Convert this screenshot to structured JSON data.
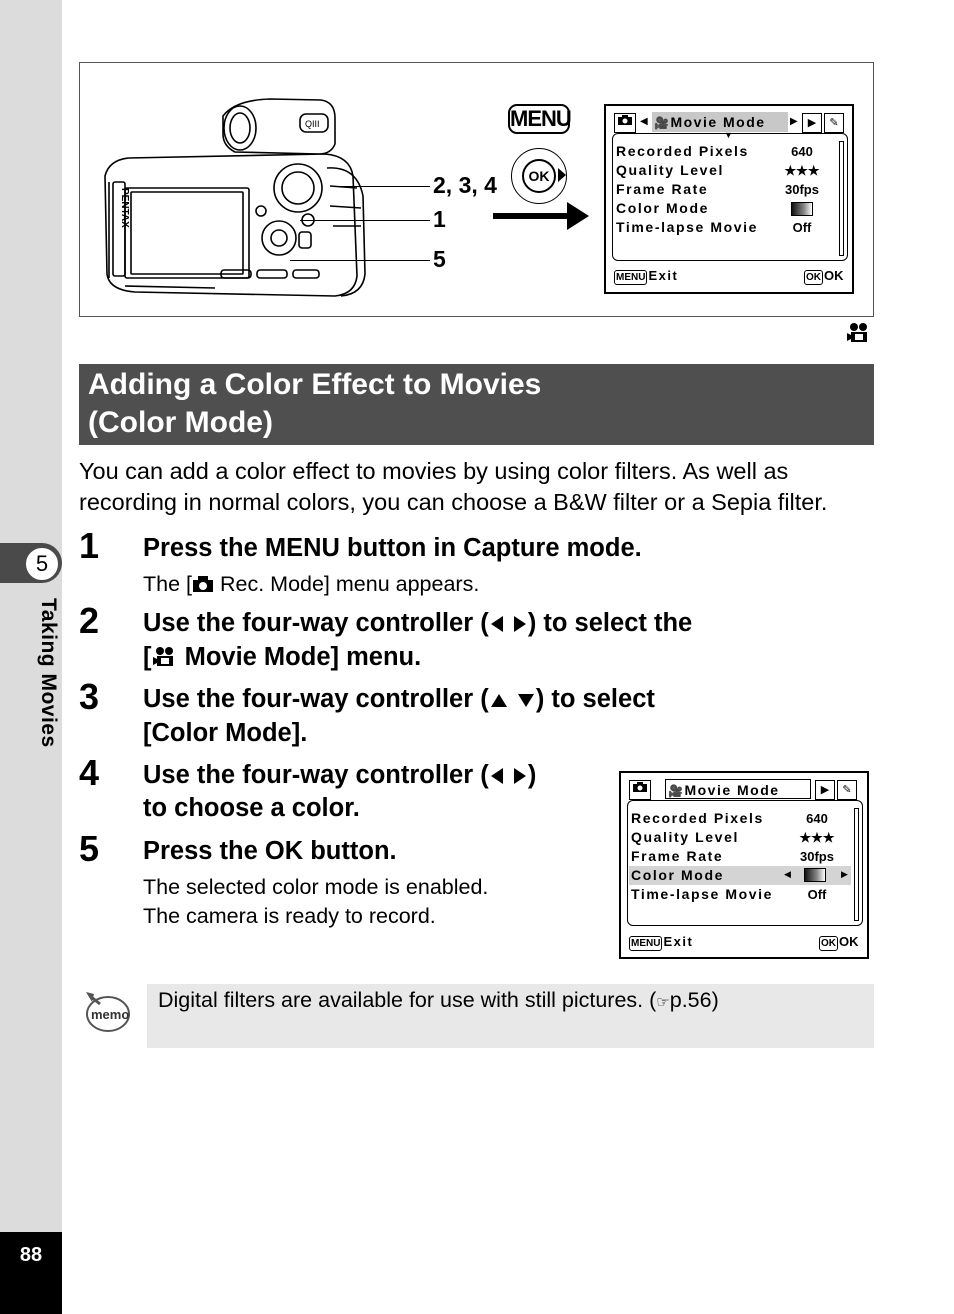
{
  "sidebar": {
    "chapter_number": "5",
    "chapter_title": "Taking Movies",
    "page_number": "88"
  },
  "figure": {
    "callouts": [
      "2, 3, 4",
      "1",
      "5"
    ],
    "menu_button_label": "MENU",
    "ok_button_label": "OK",
    "camera_brand": "PENTAX"
  },
  "screen_top": {
    "title": "Movie Mode",
    "rows": [
      {
        "label": "Recorded Pixels",
        "value": "640"
      },
      {
        "label": "Quality Level",
        "value": "★★★"
      },
      {
        "label": "Frame Rate",
        "value": "30fps"
      },
      {
        "label": "Color Mode",
        "value": ""
      },
      {
        "label": "Time-lapse Movie",
        "value": "Off"
      }
    ],
    "footer_left_key": "MENU",
    "footer_left": "Exit",
    "footer_right_key": "OK",
    "footer_right": "OK"
  },
  "screen_bottom": {
    "title": "Movie Mode",
    "rows": [
      {
        "label": "Recorded Pixels",
        "value": "640"
      },
      {
        "label": "Quality Level",
        "value": "★★★"
      },
      {
        "label": "Frame Rate",
        "value": "30fps"
      },
      {
        "label": "Color Mode",
        "value": ""
      },
      {
        "label": "Time-lapse Movie",
        "value": "Off"
      }
    ],
    "footer_left_key": "MENU",
    "footer_left": "Exit",
    "footer_right_key": "OK",
    "footer_right": "OK"
  },
  "heading": {
    "line1": "Adding a Color Effect to Movies",
    "line2": "(Color Mode)"
  },
  "intro": "You can add a color effect to movies by using color filters. As well as recording in normal colors, you can choose a B&W filter or a Sepia filter.",
  "steps": [
    {
      "num": "1",
      "text": "Press the MENU button in Capture mode.",
      "sub_a": "The [",
      "sub_b": " Rec. Mode] menu appears."
    },
    {
      "num": "2",
      "text_a": "Use the four-way controller (",
      "text_b": ") to select the",
      "text_c": "[",
      "text_d": " Movie Mode] menu."
    },
    {
      "num": "3",
      "text_a": "Use the four-way controller (",
      "text_b": ") to select",
      "text_c": "[Color Mode]."
    },
    {
      "num": "4",
      "text_a": "Use the four-way controller (",
      "text_b": ")",
      "text_c": "to choose a color."
    },
    {
      "num": "5",
      "text": "Press the OK button.",
      "sub_1": "The selected color mode is enabled.",
      "sub_2": "The camera is ready to record."
    }
  ],
  "memo": {
    "icon_label": "memo",
    "text_a": "Digital filters are available for use with still pictures. (",
    "ref_glyph": "☞",
    "text_b": "p.56)"
  }
}
